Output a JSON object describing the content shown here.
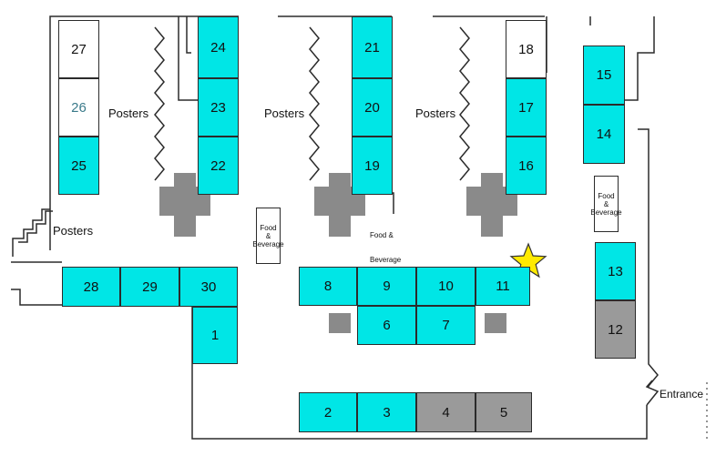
{
  "colors": {
    "available": "#00e6e6",
    "unavailable": "#9a9a9a",
    "open": "#ffffff",
    "wall": "#2b2b2b",
    "pillar": "#8a8a8a",
    "star": "#ffea00"
  },
  "booths": {
    "b1": "1",
    "b2": "2",
    "b3": "3",
    "b4": "4",
    "b5": "5",
    "b6": "6",
    "b7": "7",
    "b8": "8",
    "b9": "9",
    "b10": "10",
    "b11": "11",
    "b12": "12",
    "b13": "13",
    "b14": "14",
    "b15": "15",
    "b16": "16",
    "b17": "17",
    "b18": "18",
    "b19": "19",
    "b20": "20",
    "b21": "21",
    "b22": "22",
    "b23": "23",
    "b24": "24",
    "b25": "25",
    "b26": "26",
    "b27": "27",
    "b28": "28",
    "b29": "29",
    "b30": "30"
  },
  "labels": {
    "posters": "Posters",
    "food_line1": "Food &",
    "food_line2": "Beverage",
    "entrance": "Entrance"
  },
  "icons": {
    "highlight": "star-icon"
  }
}
